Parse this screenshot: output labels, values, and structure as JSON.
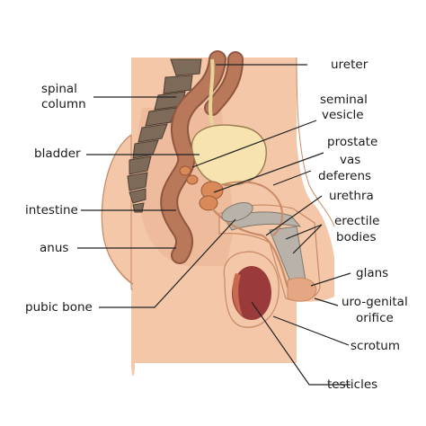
{
  "diagram": {
    "labels": {
      "ureter": "ureter",
      "spinal_column_1": "spinal",
      "spinal_column_2": "column",
      "seminal_vesicle_1": "seminal",
      "seminal_vesicle_2": "vesicle",
      "bladder": "bladder",
      "prostate": "prostate",
      "vas_deferens_1": "vas",
      "vas_deferens_2": "deferens",
      "intestine": "intestine",
      "urethra": "urethra",
      "erectile_bodies_1": "erectile",
      "erectile_bodies_2": "bodies",
      "anus": "anus",
      "glans": "glans",
      "pubic_bone": "pubic bone",
      "uro_genital_orifice_1": "uro-genital",
      "uro_genital_orifice_2": "orifice",
      "scrotum": "scrotum",
      "testicles": "testicles"
    },
    "colors": {
      "skin": "#f3c7a8",
      "skin_dark": "#e5a783",
      "skin_outline": "#c98a66",
      "spine": "#7d6a58",
      "spine_outline": "#4c3d31",
      "intestine": "#b9785a",
      "intestine_dark": "#8f5640",
      "bladder": "#f6e3b0",
      "bladder_outline": "#9c7b4e",
      "prostate": "#d98a58",
      "erectile": "#b9b2a8",
      "testicle": "#9a3a3a",
      "testicle_light": "#c86a50",
      "leader_line": "#222222"
    }
  }
}
